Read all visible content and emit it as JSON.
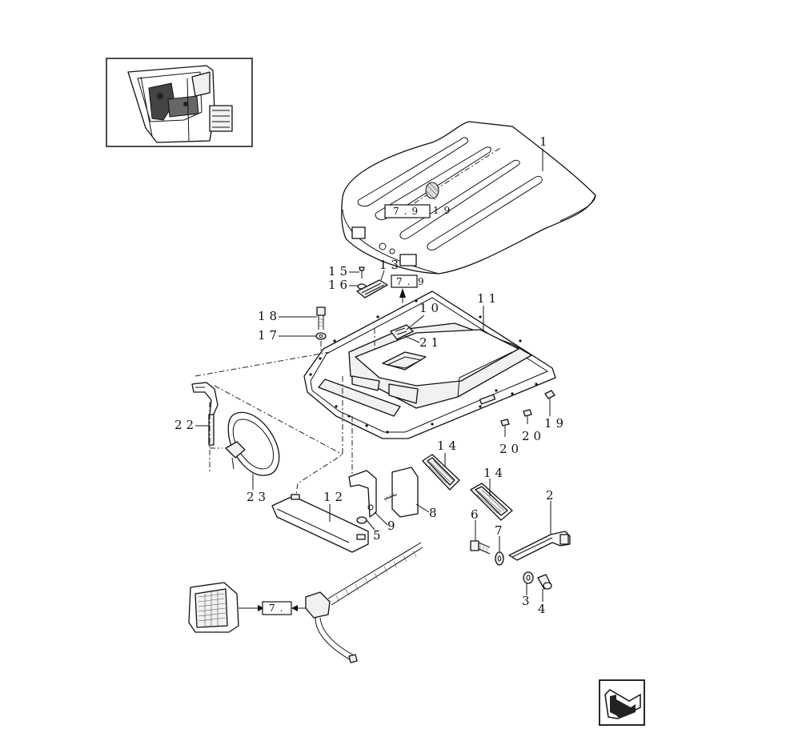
{
  "labels": {
    "p1": "1",
    "p2": "2",
    "p3": "3",
    "p4": "4",
    "p5": "5",
    "p6": "6",
    "p7": "7",
    "p8": "8",
    "p9": "9",
    "p10": "10",
    "p11": "11",
    "p12": "12",
    "p13": "13",
    "p14a": "14",
    "p14b": "14",
    "p15": "15",
    "p16": "16",
    "p17": "17",
    "p18": "18",
    "p19": "19",
    "p20a": "20",
    "p20b": "20",
    "p21": "21",
    "p22": "22",
    "p23": "23"
  },
  "references": {
    "ref_top_box": "7.9",
    "ref_top_suffix": "19",
    "ref_mid_box": "7.",
    "ref_mid_suffix": "9",
    "ref_bottom_box": "7."
  },
  "colors": {
    "line": "#111111",
    "background": "#ffffff"
  },
  "icons": {
    "cab_thumbnail": "cab-overview-icon",
    "navigation": "previous-page-arrow-icon"
  }
}
